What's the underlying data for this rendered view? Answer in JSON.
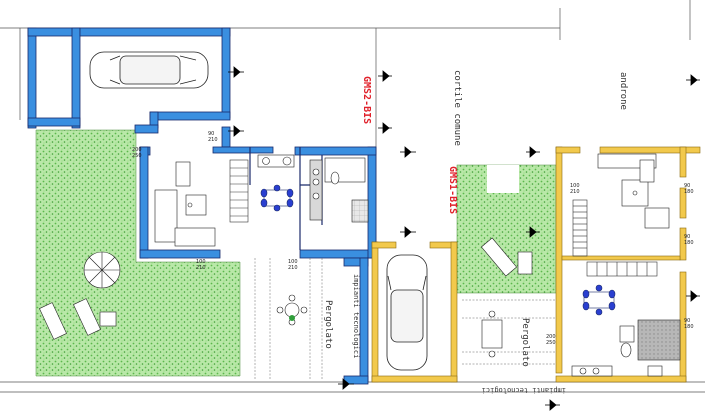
{
  "labels": {
    "cortile": "cortile comune",
    "androne": "androne",
    "gms2": "GMS2-BIS",
    "gms1": "GMS1-BIS",
    "pergolato_left": "Pergolato",
    "pergolato_right": "Pergolato",
    "impianti_left": "impianti tecnologici",
    "impianti_bottom": "impianti tecnologici"
  },
  "dims": {
    "d1": "90\n210",
    "d2": "200\n250",
    "d3": "100\n210",
    "d4": "90\n180",
    "d5": "90\n180",
    "d6": "90\n180",
    "d7": "200\n250",
    "d8": "100\n210",
    "d9": "100\n210"
  },
  "colors": {
    "wall_blue": "#3a8fe0",
    "wall_yellow": "#f2c94c",
    "grass": "#9ed98e",
    "red_label": "#e0202a",
    "dark_wall": "#1a2a6b"
  }
}
